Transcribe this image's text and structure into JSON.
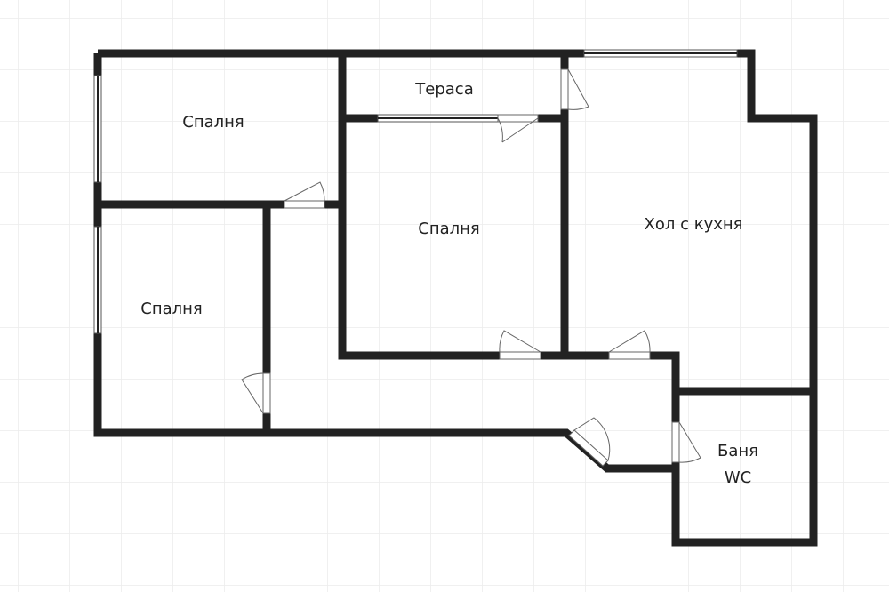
{
  "rooms": {
    "bedroom_top_left": "Спалня",
    "bedroom_bottom_left": "Спалня",
    "bedroom_center": "Спалня",
    "terrace": "Тераса",
    "living_kitchen": "Хол с кухня",
    "bathroom_line1": "Баня",
    "bathroom_line2": "WC"
  },
  "colors": {
    "wall": "#222222",
    "grid": "#ececec",
    "background": "#ffffff"
  }
}
